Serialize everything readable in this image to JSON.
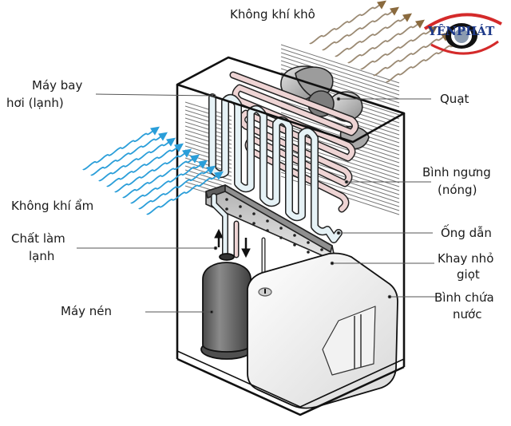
{
  "diagram": {
    "title": "Dehumidifier internal components",
    "colors": {
      "humid_air": "#2a9ed9",
      "dry_air": "#9b8a73",
      "dry_air_head": "#8a6a3e",
      "evaporator_coil": "#e6f2f6",
      "condenser_coil": "#eed4d4",
      "compressor": "#6b6b6b",
      "outline": "#111111",
      "logo_red": "#d42a2a",
      "logo_blue": "#1e3a8a"
    },
    "labels": {
      "dry_air": "Không khí khô",
      "evaporator_line1": "Máy bay",
      "evaporator_line2": "hơi (lạnh)",
      "humid_air": "Không khí ẩm",
      "refrigerant_line1": "Chất làm",
      "refrigerant_line2": "lạnh",
      "compressor": "Máy nén",
      "fan": "Quạt",
      "condenser_line1": "Bình ngưng",
      "condenser_line2": "(nóng)",
      "pipe": "Ống dẫn",
      "drip_tray_line1": "Khay nhỏ",
      "drip_tray_line2": "giọt",
      "water_tank_line1": "Bình chứa",
      "water_tank_line2": "nước"
    },
    "logo": {
      "text": "YÊNPHÁT"
    }
  }
}
